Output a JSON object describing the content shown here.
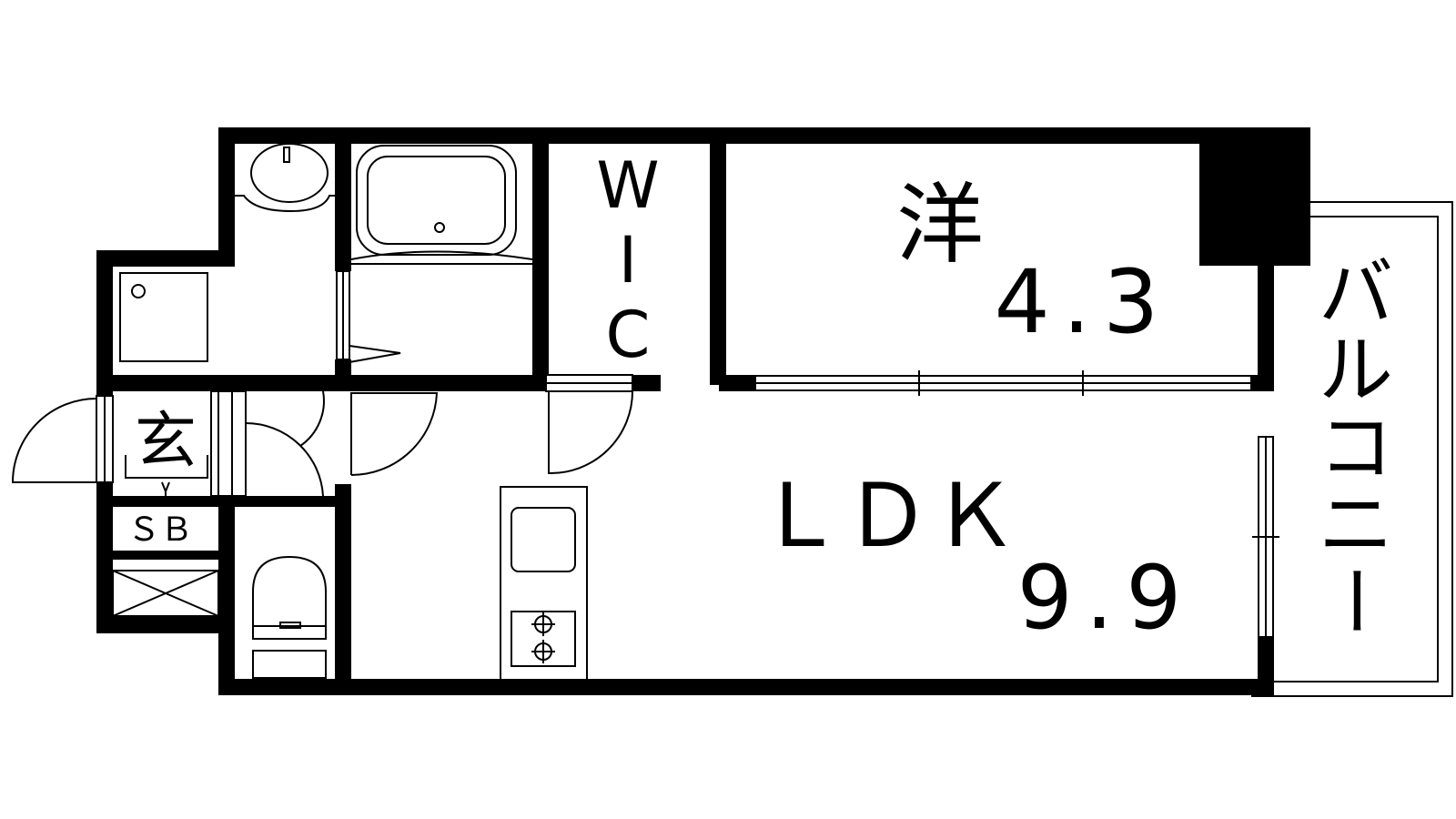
{
  "rooms": {
    "western": {
      "kanji": "洋",
      "size": "4.3"
    },
    "ldk": {
      "name": "ＬＤＫ",
      "size": "9.9"
    },
    "wic": [
      "W",
      "I",
      "C"
    ],
    "entrance": {
      "kanji": "玄"
    },
    "shoe_box": {
      "label": "ＳＢ"
    },
    "balcony": {
      "chars": [
        "バ",
        "ル",
        "コ",
        "ニ",
        "ー"
      ]
    }
  },
  "colors": {
    "wall": "#000000",
    "line": "#000000",
    "background": "#ffffff"
  }
}
